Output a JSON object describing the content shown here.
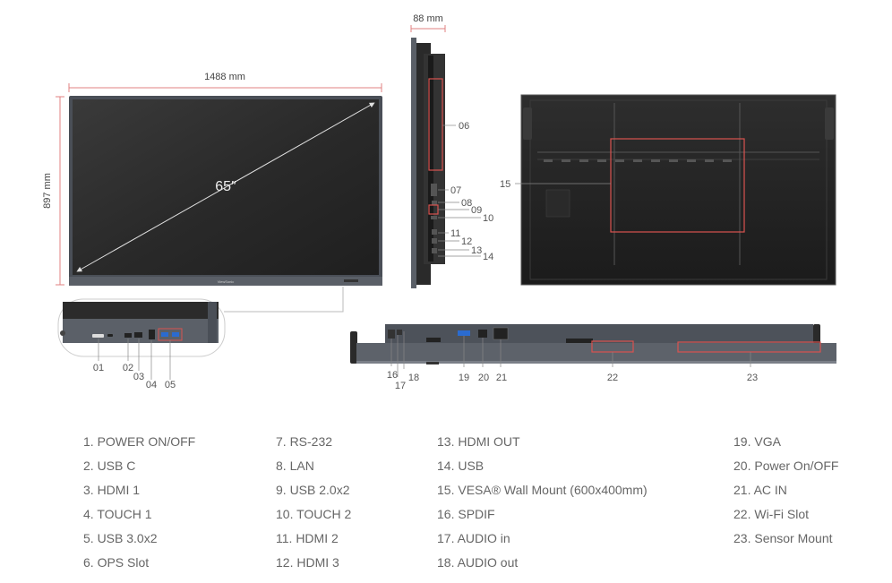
{
  "dimensions": {
    "width": "1488 mm",
    "height": "897 mm",
    "depth": "88 mm",
    "diagonal": "65″",
    "brand": "ViewSonic"
  },
  "callouts": [
    "01",
    "02",
    "03",
    "04",
    "05",
    "06",
    "07",
    "08",
    "09",
    "10",
    "11",
    "12",
    "13",
    "14",
    "15",
    "16",
    "17",
    "18",
    "19",
    "20",
    "21",
    "22",
    "23"
  ],
  "legend": {
    "columns": [
      [
        "1. POWER ON/OFF",
        "2. USB C",
        "3. HDMI 1",
        "4. TOUCH 1",
        "5. USB 3.0x2",
        "6. OPS Slot"
      ],
      [
        "7. RS-232",
        "8. LAN",
        "9. USB 2.0x2",
        "10. TOUCH 2",
        "11. HDMI 2",
        "12. HDMI 3"
      ],
      [
        "13. HDMI OUT",
        "14. USB",
        "15. VESA® Wall Mount (600x400mm)",
        "16. SPDIF",
        "17. AUDIO in",
        "18. AUDIO out"
      ],
      [
        "19. VGA",
        "20. Power On/OFF",
        "21. AC IN",
        "22. Wi-Fi Slot",
        "23. Sensor Mount"
      ]
    ]
  },
  "colors": {
    "highlight": "#d9534f",
    "dimension_line": "#e08080",
    "bezel": "#4a4f57",
    "screen": "#2a2a2a",
    "legend_text": "#666666"
  }
}
